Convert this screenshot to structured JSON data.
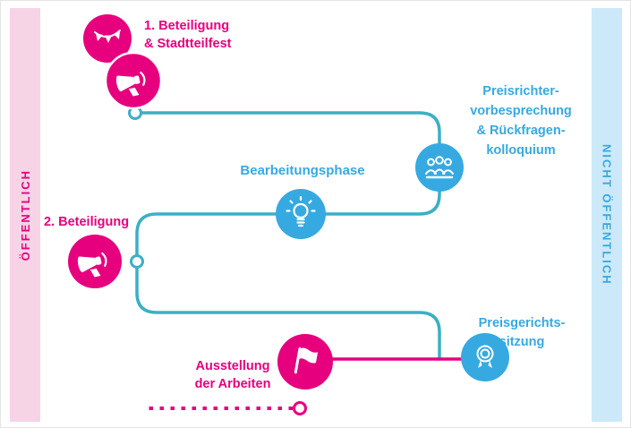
{
  "colors": {
    "pink": "#e6007e",
    "pink_light": "#f7d3e6",
    "blue": "#36a9e1",
    "blue_light": "#cbe9f8",
    "teal": "#3bafc6",
    "white": "#ffffff"
  },
  "sidebars": {
    "left_label": "ÖFFENTLICH",
    "right_label": "NICHT ÖFFENTLICH"
  },
  "steps": {
    "beteiligung1": {
      "label": "1. Beteiligung\n& Stadtteilfest",
      "icons": [
        "bunting-icon",
        "megaphone-icon"
      ]
    },
    "preisrichter": {
      "label": "Preisrichter-\nvorbesprechung\n& Rückfragen-\nkolloquium",
      "icon": "jury-icon"
    },
    "bearbeitungsphase": {
      "label": "Bearbeitungsphase",
      "icon": "lightbulb-icon"
    },
    "beteiligung2": {
      "label": "2. Beteiligung",
      "icon": "megaphone-icon"
    },
    "preisgericht": {
      "label": "Preisgerichts-\nsitzung",
      "icon": "medal-icon"
    },
    "ausstellung": {
      "label": "Ausstellung\nder Arbeiten",
      "icon": "flag-icon"
    }
  }
}
